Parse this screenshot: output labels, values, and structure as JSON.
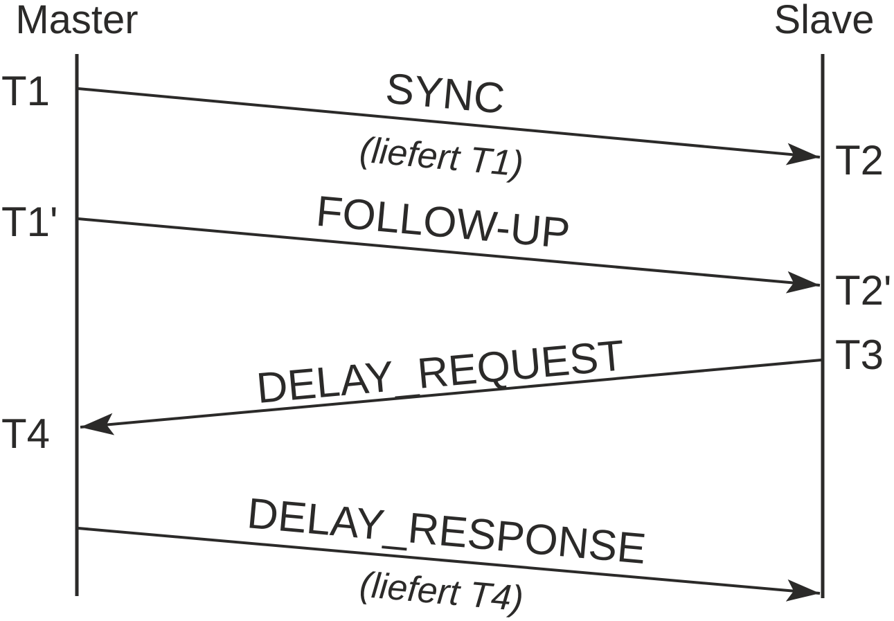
{
  "diagram": {
    "type": "sequence-diagram",
    "actors": {
      "left": "Master",
      "right": "Slave"
    },
    "timestamps": {
      "t1": "T1",
      "t1_prime": "T1'",
      "t4": "T4",
      "t2": "T2",
      "t2_prime": "T2'",
      "t3": "T3"
    },
    "messages": [
      {
        "label": "SYNC",
        "note": "(liefert T1)",
        "from": "Master",
        "to": "Slave",
        "direction": "right",
        "sent_at": "T1",
        "received_at": "T2"
      },
      {
        "label": "FOLLOW-UP",
        "note": "",
        "from": "Master",
        "to": "Slave",
        "direction": "right",
        "sent_at": "T1'",
        "received_at": "T2'"
      },
      {
        "label": "DELAY_REQUEST",
        "note": "",
        "from": "Slave",
        "to": "Master",
        "direction": "left",
        "sent_at": "T3",
        "received_at": "T4"
      },
      {
        "label": "DELAY_RESPONSE",
        "note": "(liefert T4)",
        "from": "Master",
        "to": "Slave",
        "direction": "right",
        "sent_at": "",
        "received_at": ""
      }
    ],
    "colors": {
      "ink": "#2b2a29",
      "background": "#ffffff"
    }
  }
}
